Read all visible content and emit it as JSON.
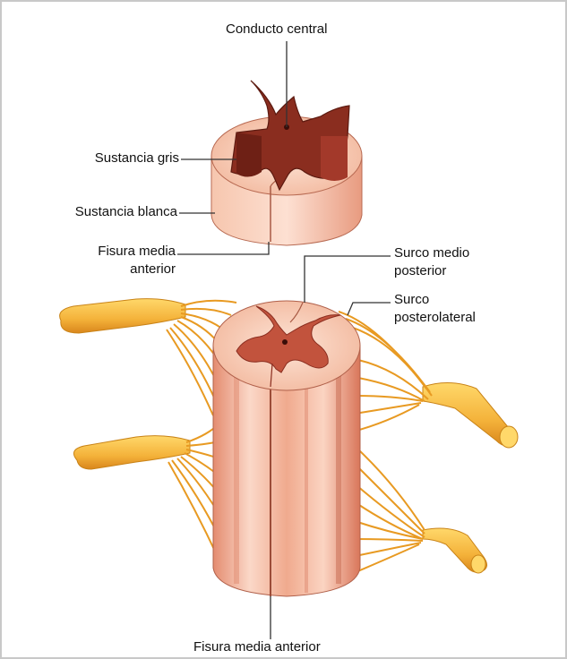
{
  "figure": {
    "labels": {
      "conducto_central": "Conducto central",
      "sustancia_gris": "Sustancia gris",
      "sustancia_blanca": "Sustancia blanca",
      "fisura_media_anterior_top_1": "Fisura media",
      "fisura_media_anterior_top_2": "anterior",
      "surco_medio_posterior_1": "Surco medio",
      "surco_medio_posterior_2": "posterior",
      "surco_posterolateral_1": "Surco",
      "surco_posterolateral_2": "posterolateral",
      "fisura_media_anterior_bottom": "Fisura media anterior"
    },
    "colors": {
      "white_matter": "#f2b9a0",
      "white_matter_shade": "#e7967a",
      "gray_matter": "#8a2d1f",
      "gray_matter_light": "#c2533d",
      "nerve": "#f4b23a",
      "nerve_dark": "#d98a1c",
      "leader_line": "#333333"
    }
  }
}
